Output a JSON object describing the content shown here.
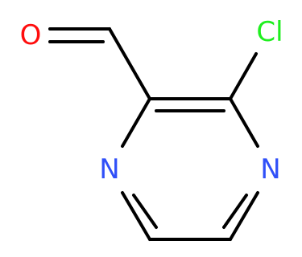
{
  "molecule": {
    "atoms": {
      "oxygen": {
        "label": "O",
        "color": "#ff0d0d"
      },
      "chlorine": {
        "label": "Cl",
        "color": "#1fef1f"
      },
      "nitrogen_1": {
        "label": "N",
        "color": "#3050f8"
      },
      "nitrogen_4": {
        "label": "N",
        "color": "#3050f8"
      }
    },
    "bond_color": "#000000"
  }
}
